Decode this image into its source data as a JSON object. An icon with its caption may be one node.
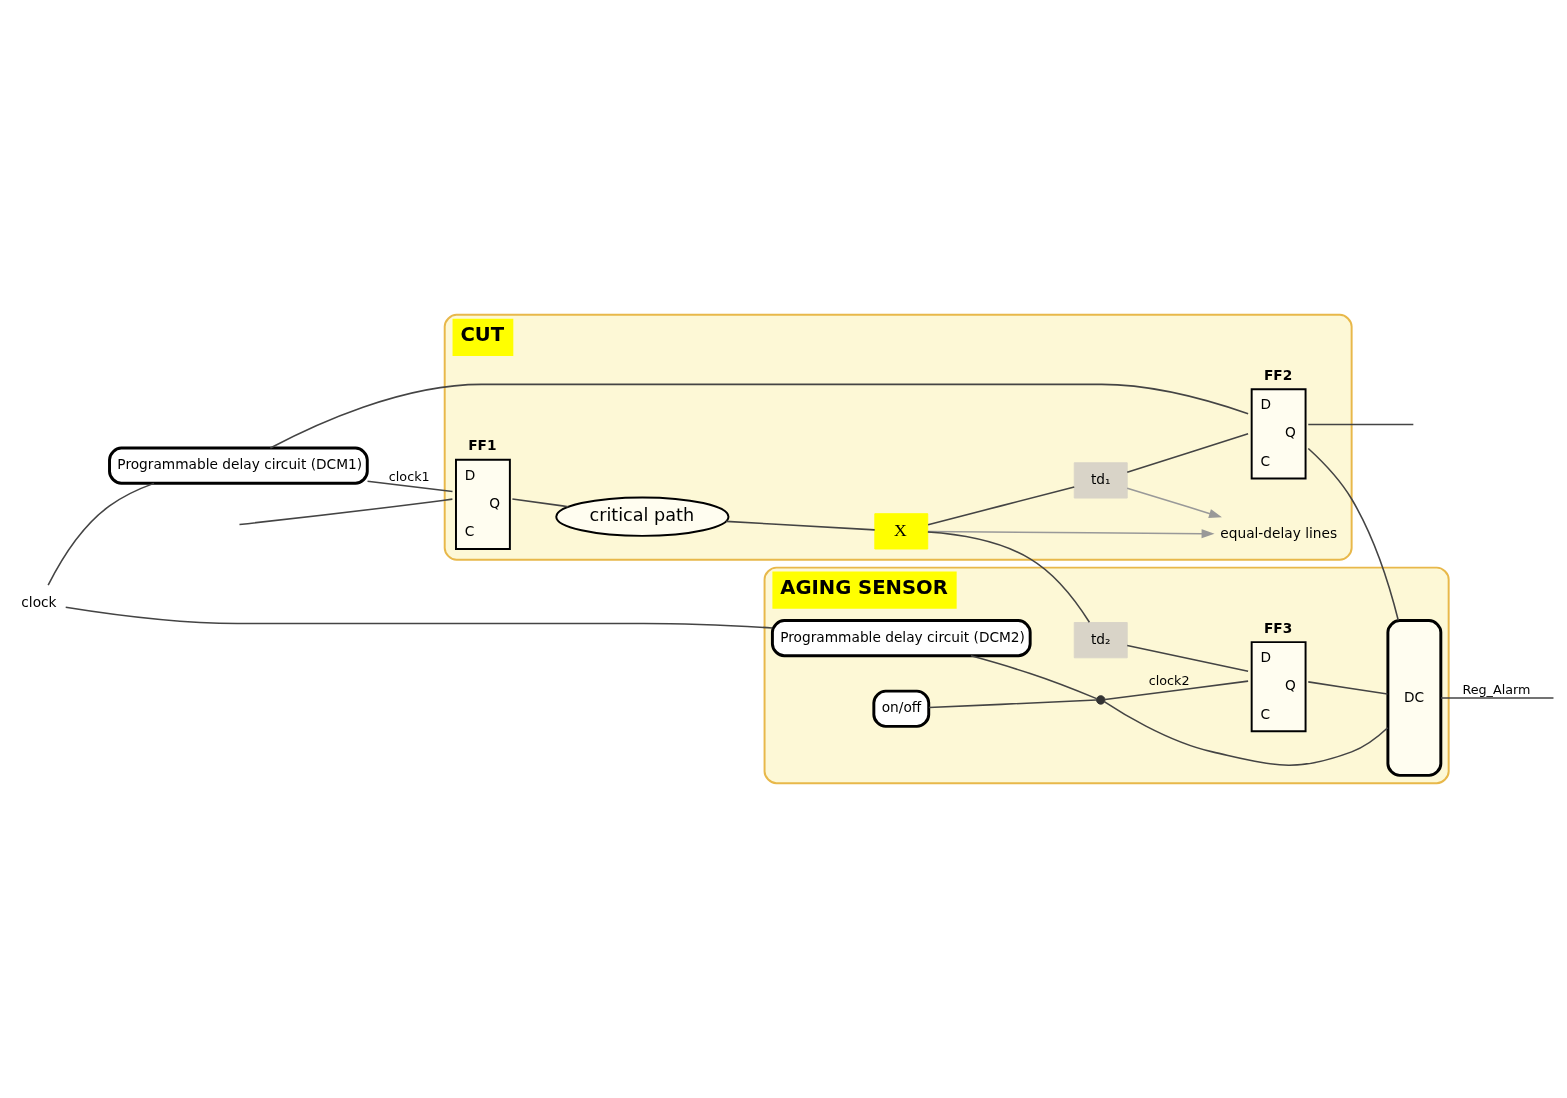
{
  "diagram": {
    "nodes": [
      {
        "text": [
          "CUT"
        ]
      },
      {
        "text": [
          "FF1",
          "D",
          "Q",
          "C"
        ],
        "in": 0
      },
      {
        "text": [
          "critical path"
        ],
        "in": 0
      },
      {
        "text": [
          "X"
        ],
        "in": 0
      },
      {
        "text": [
          "td₁"
        ],
        "in": 0
      },
      {
        "text": [
          "FF2",
          "D",
          "Q",
          "C"
        ],
        "in": 0
      },
      {
        "text": [
          "equal-delay lines"
        ],
        "in": 0
      },
      {
        "text": [
          "AGING SENSOR"
        ]
      },
      {
        "text": [
          "Programmable delay circuit (DCM1)"
        ]
      },
      {
        "text": [
          "Programmable delay circuit (DCM2)"
        ],
        "in": 7
      },
      {
        "text": [
          "on/off"
        ],
        "in": 7
      },
      {
        "text": [],
        "shape": "switch",
        "in": 7
      },
      {
        "text": [
          "td₂"
        ],
        "in": 7
      },
      {
        "text": [
          "FF3",
          "D",
          "Q",
          "C"
        ],
        "in": 7
      },
      {
        "text": [
          "DC"
        ],
        "in": 7
      },
      {
        "text": [
          "clock"
        ]
      }
    ],
    "edges": [
      {
        "from": null,
        "to": 1,
        "arrow": "none"
      },
      {
        "from": 1,
        "to": 2,
        "arrow": "none"
      },
      {
        "from": 2,
        "to": 3,
        "arrow": "none"
      },
      {
        "from": 3,
        "to": 4,
        "arrow": "none"
      },
      {
        "from": 4,
        "to": 5,
        "arrow": "none"
      },
      {
        "from": 3,
        "to": 12,
        "arrow": "none"
      },
      {
        "from": 12,
        "to": 13,
        "arrow": "none"
      },
      {
        "from": 5,
        "to": null,
        "arrow": "none"
      },
      {
        "from": 5,
        "to": 14,
        "arrow": "none"
      },
      {
        "from": 13,
        "to": 14,
        "arrow": "none"
      },
      {
        "from": 14,
        "to": null,
        "arrow": "none",
        "label": "Reg_Alarm"
      },
      {
        "from": 15,
        "to": 8,
        "arrow": "none"
      },
      {
        "from": 15,
        "to": 9,
        "arrow": "none"
      },
      {
        "from": 8,
        "to": 1,
        "arrow": "none",
        "label": "clock1"
      },
      {
        "from": 8,
        "to": 5,
        "arrow": "none"
      },
      {
        "from": 9,
        "to": 11,
        "arrow": "none"
      },
      {
        "from": 10,
        "to": 11,
        "arrow": "none"
      },
      {
        "from": 11,
        "to": 13,
        "arrow": "none",
        "label": "clock2"
      },
      {
        "from": 11,
        "to": 14,
        "arrow": "none"
      },
      {
        "from": 3,
        "to": 6,
        "arrow": "to",
        "color": "#999999"
      },
      {
        "from": 4,
        "to": 6,
        "arrow": "to",
        "color": "#999999"
      }
    ]
  }
}
